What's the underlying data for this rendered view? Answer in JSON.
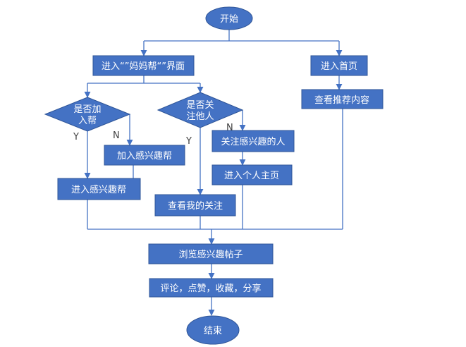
{
  "nodes": {
    "start": "开始",
    "enter_mamabang": "进入“”妈妈帮“”界面",
    "enter_home": "进入首页",
    "view_recommended": "查看推荐内容",
    "join_group_line1": "是否加",
    "join_group_line2": "入帮",
    "follow_line1": "是否关",
    "follow_line2": "注他人",
    "join_interest_group": "加入感兴趣帮",
    "follow_interesting_person": "关注感兴趣的人",
    "enter_interest_group": "进入感兴趣帮",
    "enter_personal_page": "进入个人主页",
    "view_my_follows": "查看我的关注",
    "browse_posts": "浏览感兴趣帖子",
    "interact": "评论，点赞，收藏，分享",
    "end": "结束"
  },
  "branches": {
    "yes": "Y",
    "no": "N"
  },
  "colors": {
    "shape_fill": "#4472c4",
    "shape_border": "#2f5597",
    "connector": "#4472c4",
    "label_text": "#ffffff",
    "branch_text": "#404040"
  }
}
